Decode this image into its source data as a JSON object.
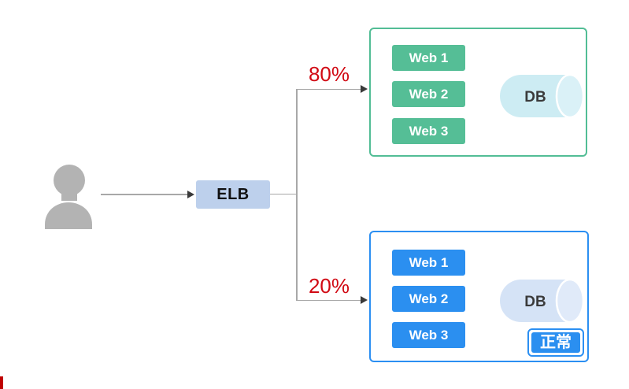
{
  "elb_label": "ELB",
  "branches": {
    "top": {
      "percent": "80%",
      "servers": [
        "Web 1",
        "Web 2",
        "Web 3"
      ],
      "db_label": "DB"
    },
    "bottom": {
      "percent": "20%",
      "servers": [
        "Web 1",
        "Web 2",
        "Web 3"
      ],
      "db_label": "DB",
      "status_label": "正常"
    }
  },
  "icons": {
    "user": "user-silhouette-icon",
    "database": "database-cylinder-icon"
  },
  "colors": {
    "top_accent": "#52bd95",
    "bottom_accent": "#2b8ff2",
    "elb_fill": "#bdd0ec",
    "percent_text": "#d10a14",
    "connector_line": "#a8a8a8",
    "person": "#b3b3b3",
    "db_top_fill": "#cdecf3",
    "db_top_face": "#daf1f7",
    "db_bottom_fill": "#d5e3f6",
    "db_bottom_face": "#e0eaf9",
    "corner_bar": "#c00000"
  }
}
